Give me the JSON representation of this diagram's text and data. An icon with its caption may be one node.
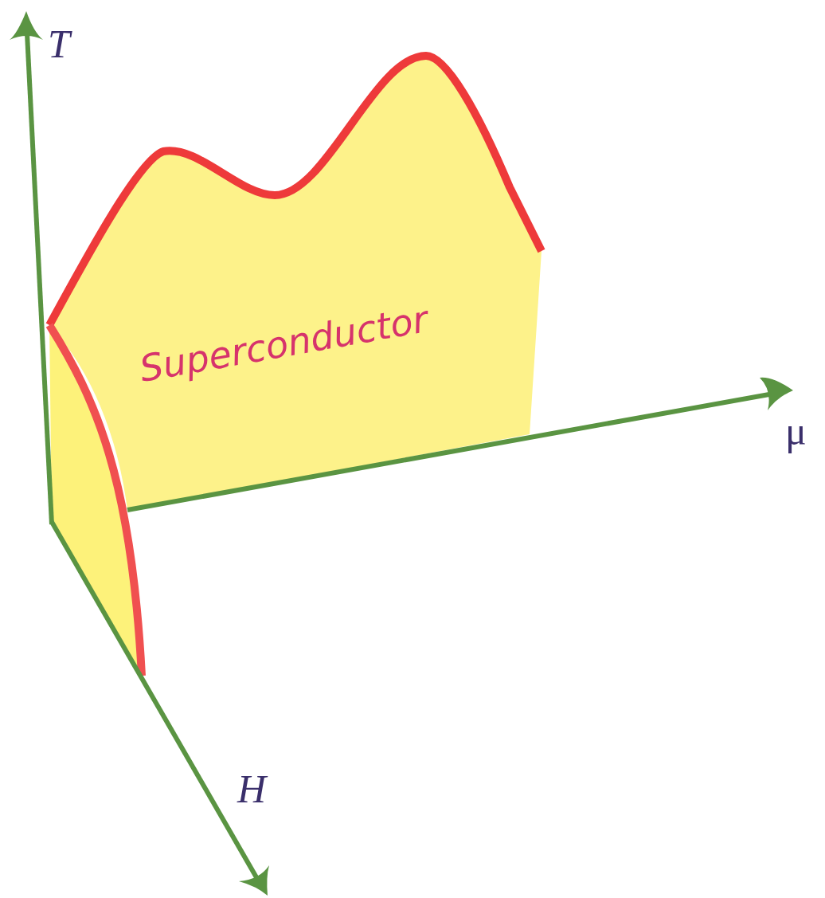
{
  "diagram": {
    "labels": [
      "T",
      "Superconductor",
      "μ",
      "H"
    ]
  }
}
